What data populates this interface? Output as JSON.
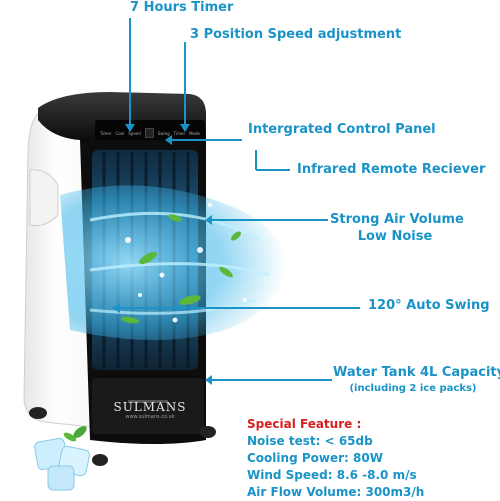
{
  "callouts": {
    "timer": "7 Hours Timer",
    "speed": "3 Position Speed adjustment",
    "control_panel": "Intergrated Control Panel",
    "remote": "Infrared Remote Reciever",
    "air_volume_line1": "Strong Air Volume",
    "air_volume_line2": "Low Noise",
    "swing": "120° Auto Swing",
    "water_tank": "Water Tank 4L Capacity",
    "water_tank_sub": "(including 2 ice packs)"
  },
  "brand": {
    "name": "SULMANS",
    "site": "www.sulmans.co.uk"
  },
  "panel_buttons": {
    "left": [
      "Timer",
      "Cool",
      "Speed"
    ],
    "right": [
      "Swing",
      "Timer",
      "Mode"
    ]
  },
  "special_feature": {
    "title": "Special Feature :",
    "lines": [
      "Noise test: < 65db",
      "Cooling Power: 80W",
      "Wind Speed: 8.6 -8.0 m/s",
      "Air Flow Volume: 300m3/h"
    ]
  },
  "colors": {
    "accent": "#1a93c8",
    "special_title": "#d62020",
    "body": "#111111"
  }
}
